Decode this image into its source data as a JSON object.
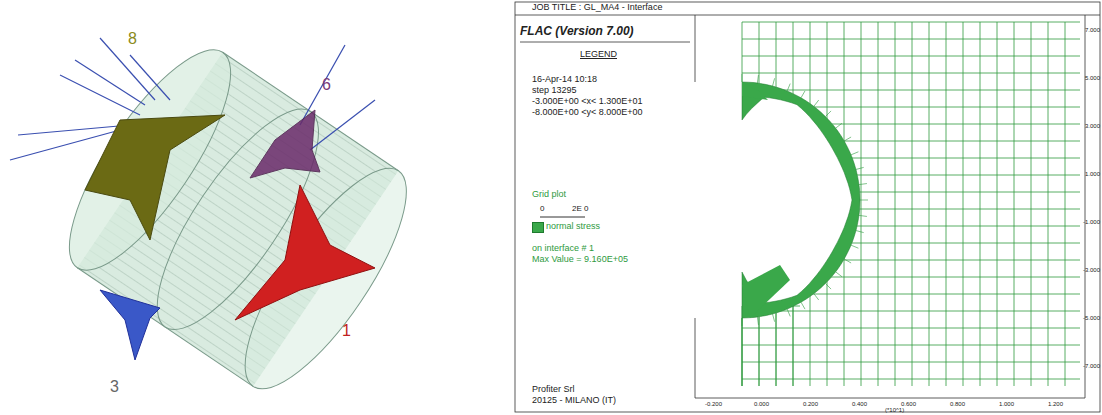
{
  "diagram": {
    "labels": [
      "8",
      "6",
      "1",
      "3",
      "JOB TITLE : GL_MA4 - Interface",
      "FLAC (Version 7.00)",
      "LEGEND",
      "16-Apr-14 10:18",
      "step 13295",
      "-3.000E+00 <x< 1.300E+01",
      "-8.000E+00 <y< 8.000E+00",
      "Grid plot",
      "0",
      "2E 0",
      "on interface # 1",
      "Max Value = 9.160E+05",
      "Profiter Srl",
      "20125 - MILANO (IT)",
      "7.000",
      "5.000",
      "3.000",
      "1.000",
      "-1.000",
      "-3.000",
      "-5.000",
      "-7.000",
      "-0.200",
      "0.000",
      "0.200",
      "0.400",
      "0.600",
      "0.800",
      "1.000",
      "1.200",
      "(*10^1)"
    ],
    "legend": [
      {
        "text": "normal stress",
        "color": "#3aa84a"
      }
    ]
  }
}
